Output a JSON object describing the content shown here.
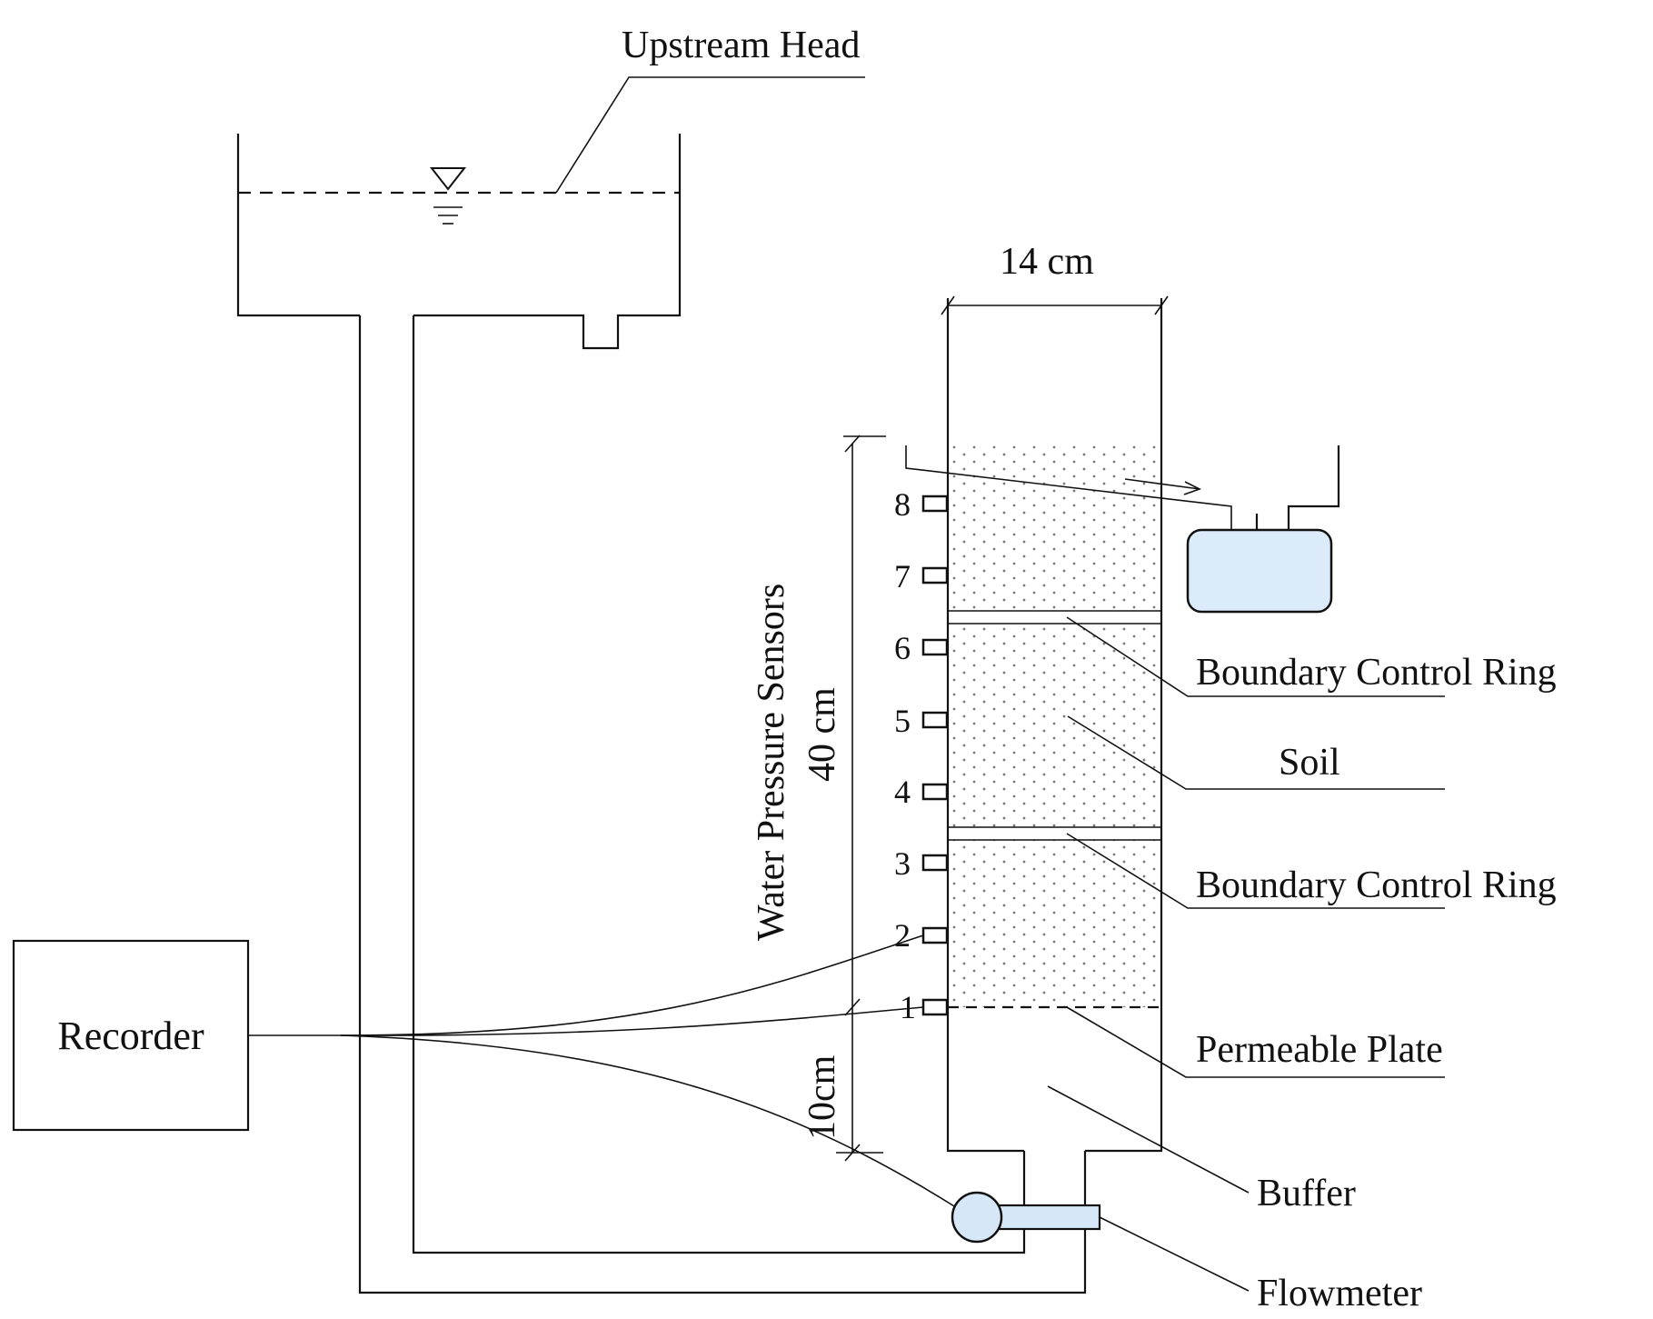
{
  "labels": {
    "upstream_head": "Upstream Head",
    "width_dim": "14 cm",
    "height_dim": "40 cm",
    "sensors": "Water Pressure Sensors",
    "buffer_dim": "10cm",
    "ring_top": "Boundary Control Ring",
    "soil": "Soil",
    "ring_bottom": "Boundary Control Ring",
    "plate": "Permeable Plate",
    "buffer": "Buffer",
    "flowmeter": "Flowmeter",
    "recorder": "Recorder"
  },
  "sensor_numbers": [
    "1",
    "2",
    "3",
    "4",
    "5",
    "6",
    "7",
    "8"
  ],
  "colors": {
    "line": "#111111",
    "tank_fill": "#dcebfa",
    "flowmeter_fill": "#d6e8f8",
    "soil_dot": "#7a7a7a"
  }
}
